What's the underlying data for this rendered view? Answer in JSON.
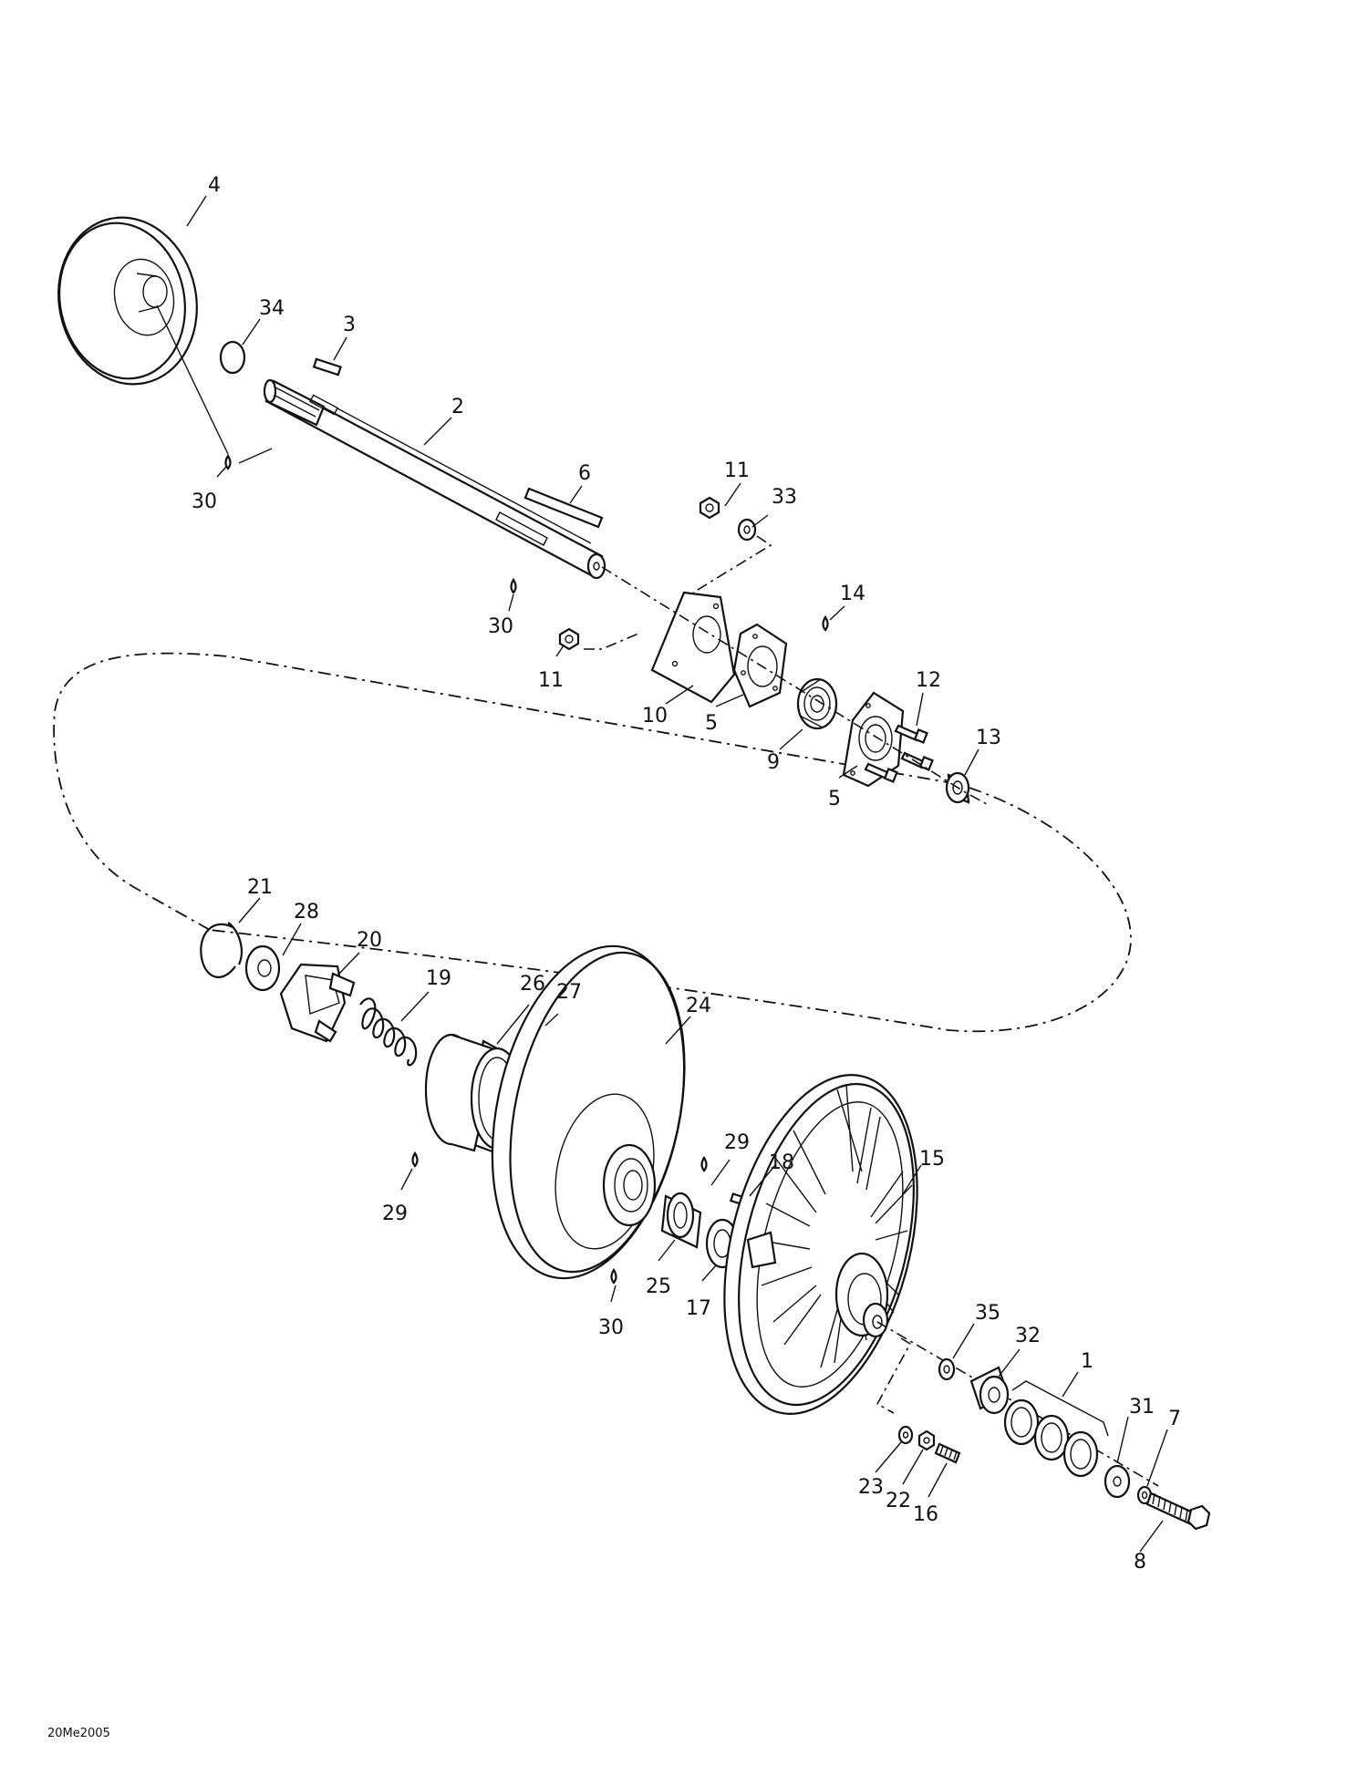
{
  "diagram": {
    "code": "20Me2005",
    "callouts": [
      {
        "id": "c4",
        "text": "4"
      },
      {
        "id": "c34",
        "text": "34"
      },
      {
        "id": "c3",
        "text": "3"
      },
      {
        "id": "c2",
        "text": "2"
      },
      {
        "id": "c30a",
        "text": "30"
      },
      {
        "id": "c6",
        "text": "6"
      },
      {
        "id": "c11a",
        "text": "11"
      },
      {
        "id": "c33",
        "text": "33"
      },
      {
        "id": "c30b",
        "text": "30"
      },
      {
        "id": "c14",
        "text": "14"
      },
      {
        "id": "c11b",
        "text": "11"
      },
      {
        "id": "c12",
        "text": "12"
      },
      {
        "id": "c10",
        "text": "10"
      },
      {
        "id": "c5a",
        "text": "5"
      },
      {
        "id": "c13",
        "text": "13"
      },
      {
        "id": "c9",
        "text": "9"
      },
      {
        "id": "c5b",
        "text": "5"
      },
      {
        "id": "c21",
        "text": "21"
      },
      {
        "id": "c28",
        "text": "28"
      },
      {
        "id": "c20",
        "text": "20"
      },
      {
        "id": "c19",
        "text": "19"
      },
      {
        "id": "c26",
        "text": "26"
      },
      {
        "id": "c27",
        "text": "27"
      },
      {
        "id": "c24",
        "text": "24"
      },
      {
        "id": "c29a",
        "text": "29"
      },
      {
        "id": "c18",
        "text": "18"
      },
      {
        "id": "c15",
        "text": "15"
      },
      {
        "id": "c29b",
        "text": "29"
      },
      {
        "id": "c25",
        "text": "25"
      },
      {
        "id": "c17",
        "text": "17"
      },
      {
        "id": "c30c",
        "text": "30"
      },
      {
        "id": "c35",
        "text": "35"
      },
      {
        "id": "c32",
        "text": "32"
      },
      {
        "id": "c1",
        "text": "1"
      },
      {
        "id": "c31",
        "text": "31"
      },
      {
        "id": "c7",
        "text": "7"
      },
      {
        "id": "c23",
        "text": "23"
      },
      {
        "id": "c22",
        "text": "22"
      },
      {
        "id": "c16",
        "text": "16"
      },
      {
        "id": "c8",
        "text": "8"
      }
    ]
  }
}
